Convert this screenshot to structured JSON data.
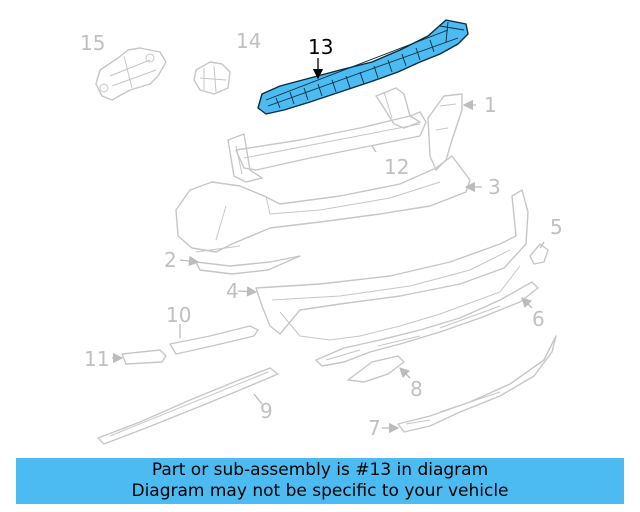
{
  "diagram": {
    "highlight_color": "#4bbbf2",
    "callouts": {
      "c1": "1",
      "c2": "2",
      "c3": "3",
      "c4": "4",
      "c5": "5",
      "c6": "6",
      "c7": "7",
      "c8": "8",
      "c9": "9",
      "c10": "10",
      "c11": "11",
      "c12": "12",
      "c13": "13",
      "c14": "14",
      "c15": "15"
    },
    "highlighted_part": "13"
  },
  "banner": {
    "line1": "Part or sub-assembly is #13 in diagram",
    "line2": "Diagram may not be specific to your vehicle",
    "background": "#4bbbf2"
  }
}
